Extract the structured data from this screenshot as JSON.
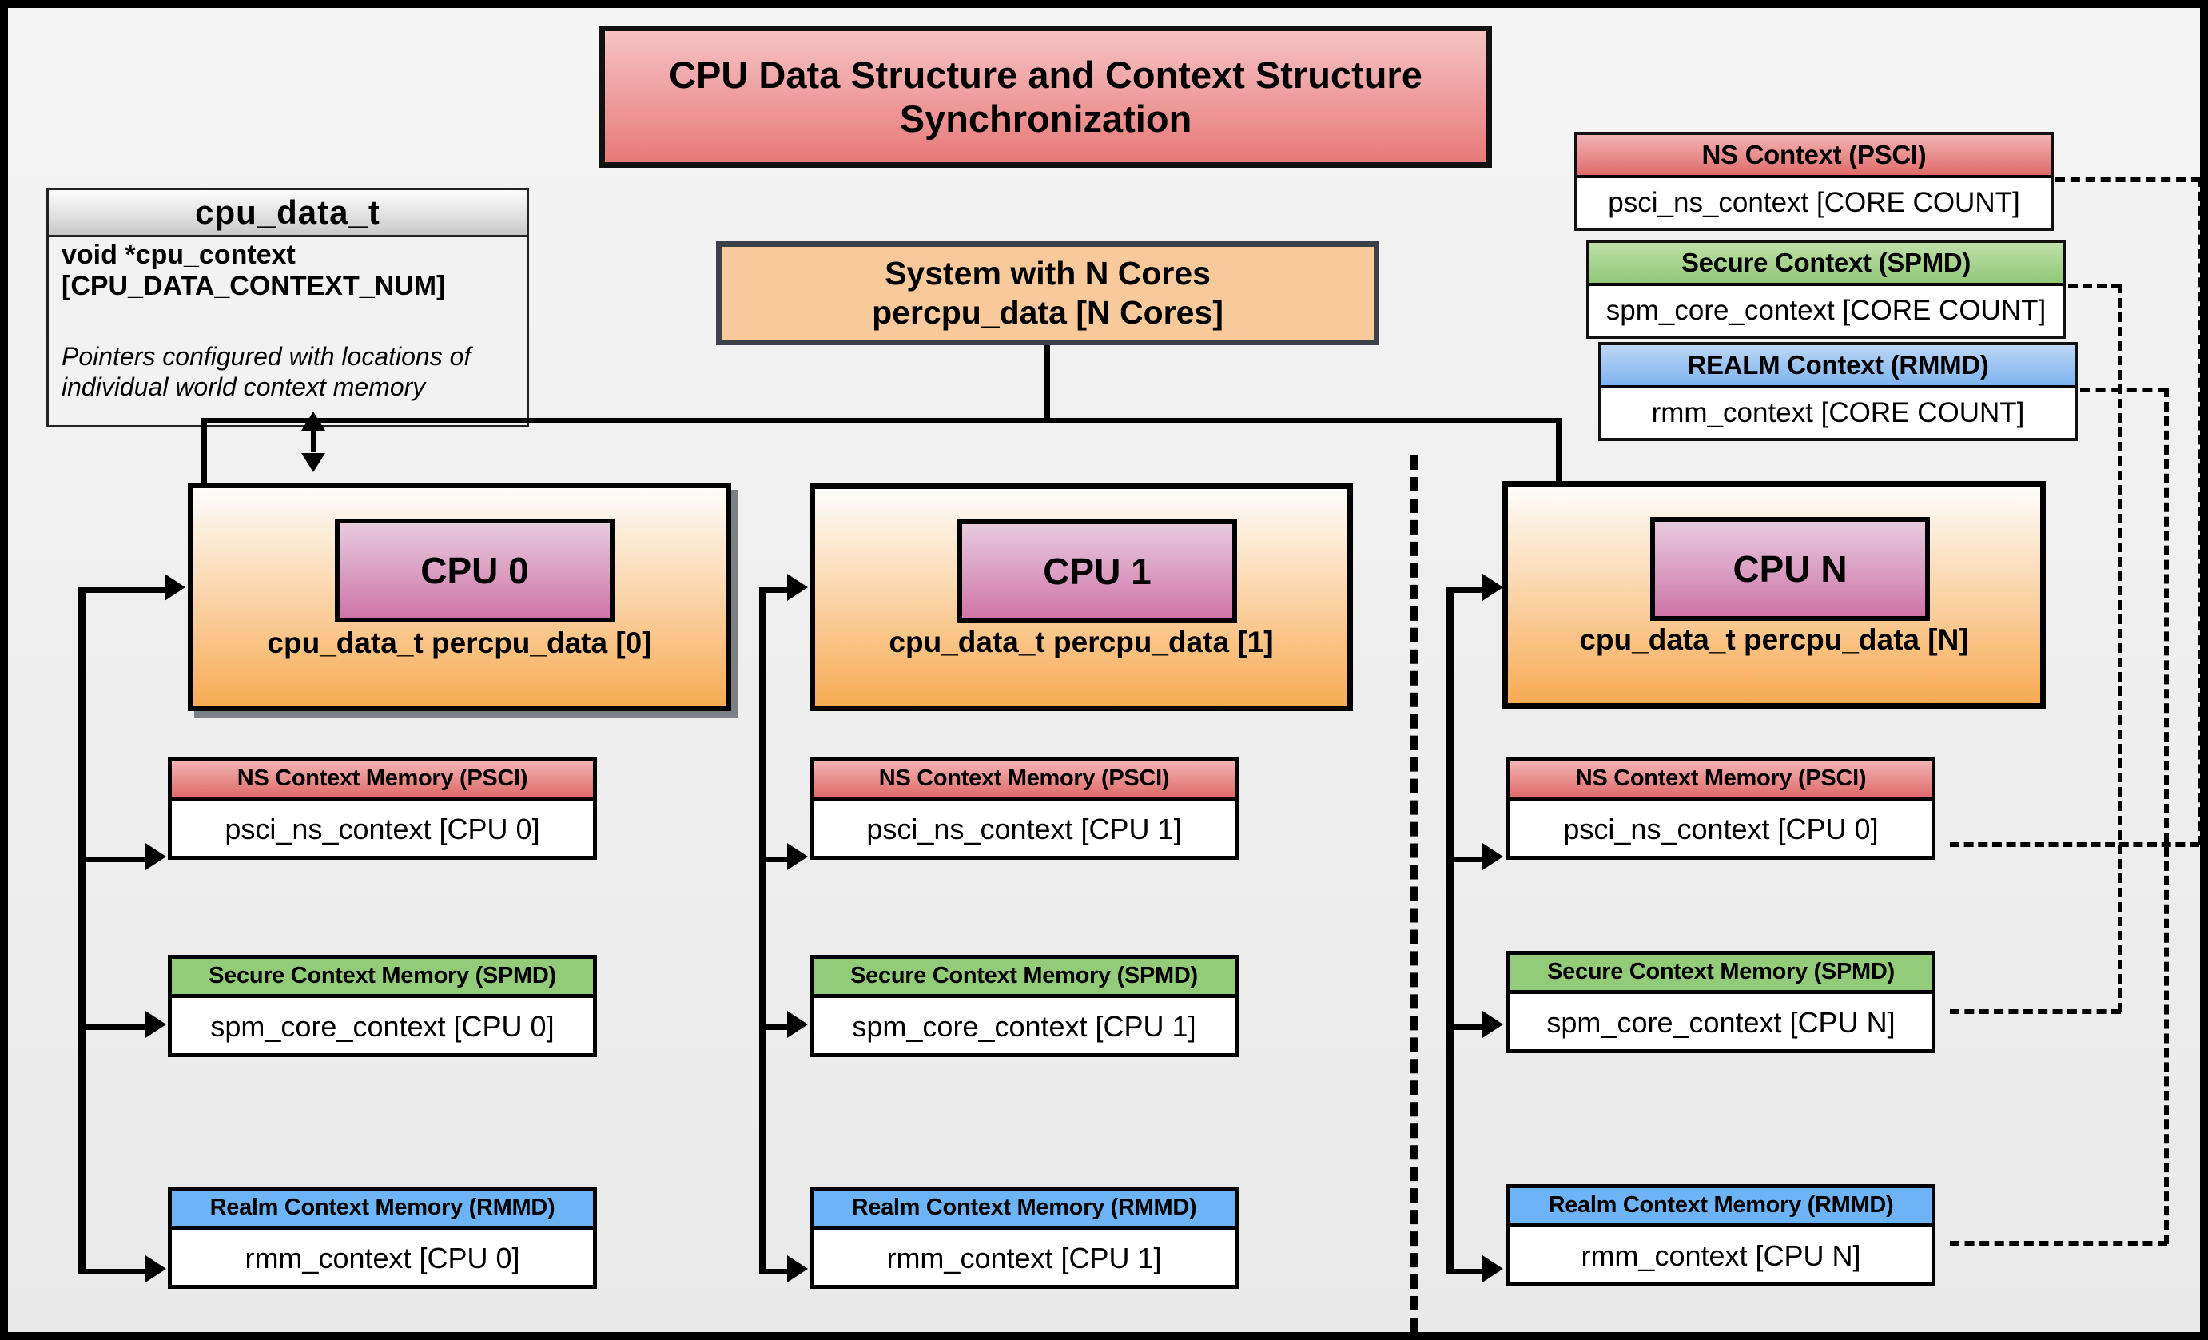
{
  "diagram": {
    "title": "CPU Data Structure and Context Structure Synchronization",
    "struct": {
      "name": "cpu_data_t",
      "field": "void  *cpu_context [CPU_DATA_CONTEXT_NUM]",
      "note": "Pointers configured with locations of individual world context memory"
    },
    "system": {
      "line1": "System with N Cores",
      "line2": "percpu_data [N Cores]"
    },
    "legend": [
      {
        "header": "NS Context  (PSCI)",
        "body": "psci_ns_context [CORE COUNT]",
        "color": "#e06b6b"
      },
      {
        "header": "Secure Context (SPMD)",
        "body": "spm_core_context [CORE COUNT]",
        "color": "#92c878"
      },
      {
        "header": "REALM Context (RMMD)",
        "body": "rmm_context [CORE COUNT]",
        "color": "#7fb4ef"
      }
    ],
    "columns": [
      {
        "cpu_label": "CPU 0",
        "cpu_caption": "cpu_data_t percpu_data [0]",
        "memories": [
          {
            "header": "NS Context Memory (PSCI)",
            "body": "psci_ns_context [CPU 0]",
            "color": "#e06b6b"
          },
          {
            "header": "Secure Context Memory (SPMD)",
            "body": "spm_core_context [CPU 0]",
            "color": "#93cc79"
          },
          {
            "header": "Realm Context Memory (RMMD)",
            "body": "rmm_context [CPU 0]",
            "color": "#6cb4f5"
          }
        ]
      },
      {
        "cpu_label": "CPU 1",
        "cpu_caption": "cpu_data_t percpu_data [1]",
        "memories": [
          {
            "header": "NS Context Memory (PSCI)",
            "body": "psci_ns_context [CPU 1]",
            "color": "#e06b6b"
          },
          {
            "header": "Secure Context Memory (SPMD)",
            "body": "spm_core_context [CPU 1]",
            "color": "#93cc79"
          },
          {
            "header": "Realm Context Memory (RMMD)",
            "body": "rmm_context [CPU 1]",
            "color": "#6cb4f5"
          }
        ]
      },
      {
        "cpu_label": "CPU N",
        "cpu_caption": "cpu_data_t percpu_data [N]",
        "memories": [
          {
            "header": "NS Context Memory (PSCI)",
            "body": "psci_ns_context [CPU 0]",
            "color": "#e06b6b"
          },
          {
            "header": "Secure Context Memory (SPMD)",
            "body": "spm_core_context [CPU N]",
            "color": "#93cc79"
          },
          {
            "header": "Realm Context Memory (RMMD)",
            "body": "rmm_context [CPU N]",
            "color": "#6cb4f5"
          }
        ]
      }
    ]
  }
}
